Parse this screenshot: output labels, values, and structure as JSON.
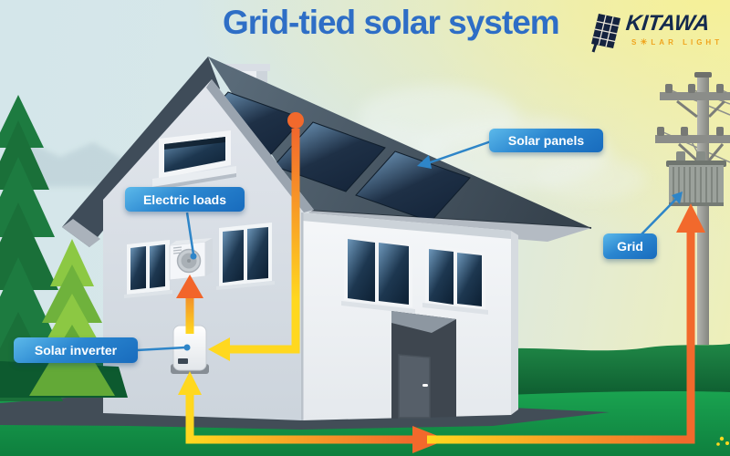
{
  "title": {
    "text": "Grid-tied solar system"
  },
  "logo": {
    "brand": "KITAWA",
    "tagline_pre": "S",
    "tagline_post": "LAR LIGHT"
  },
  "labels": {
    "solar_panels": "Solar panels",
    "electric_loads": "Electric loads",
    "solar_inverter": "Solar inverter",
    "grid": "Grid"
  },
  "colors": {
    "title_blue": "#2e6ec6",
    "label_blue_light": "#5cb9ea",
    "label_blue_dark": "#186bbd",
    "connector_blue": "#2e85c8",
    "arrow_orange": "#f2692c",
    "arrow_yellow": "#ffd81f",
    "roof_slate": "#45535f",
    "panel_navy": "#1b2c3e",
    "hedge_green": "#0d5b30",
    "lawn_green": "#18a04e",
    "sky_blue": "#d4e6ea",
    "sky_yellow": "#eff0b6",
    "logo_navy": "#13294e",
    "logo_orange": "#f0a41e"
  },
  "icons": {
    "logo_panel": "solar-panel-icon",
    "logo_sun": "sun-icon"
  },
  "scene": {
    "components": [
      "house",
      "solar-panel-array",
      "chimney",
      "attic-window",
      "windows",
      "entry-door",
      "ac-unit",
      "inverter-box",
      "utility-pole",
      "transformer",
      "pine-trees",
      "hedge",
      "lawn"
    ],
    "flows": [
      {
        "name": "solar-panels-to-inverter",
        "style": "orange-to-yellow line with arrow into inverter"
      },
      {
        "name": "inverter-to-electric-loads",
        "style": "yellow-to-orange upward arrow"
      },
      {
        "name": "grid-line-into-inverter",
        "style": "yellow upward arrow into inverter base"
      },
      {
        "name": "inverter-to-grid",
        "style": "yellow-to-orange line with arrows toward transformer"
      }
    ]
  }
}
